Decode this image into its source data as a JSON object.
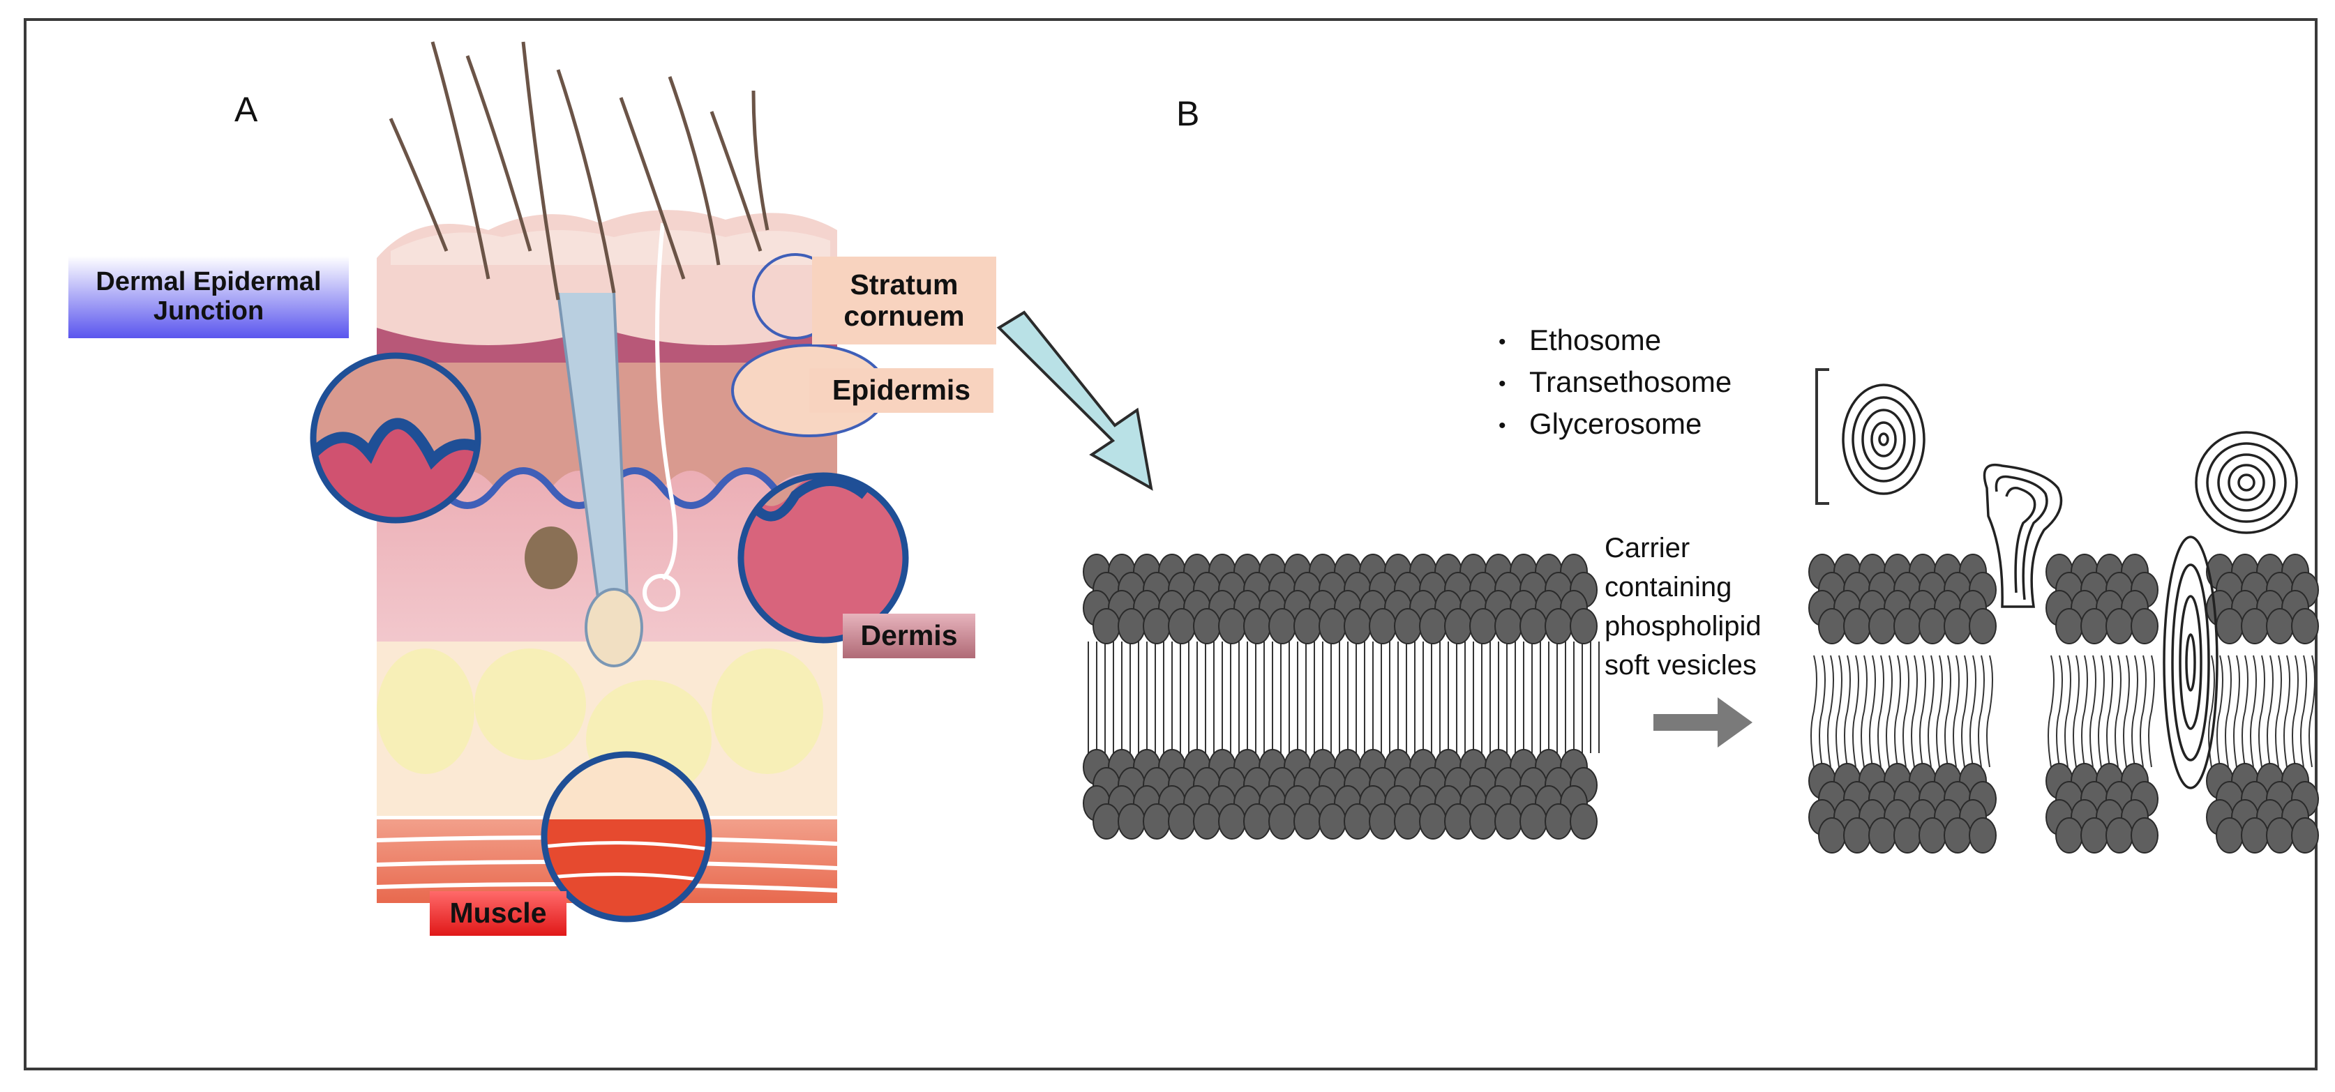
{
  "panel_a": {
    "letter": "A",
    "labels": {
      "dej": "Dermal Epidermal Junction",
      "stratum_line1": "Stratum",
      "stratum_line2": "cornuem",
      "epidermis": "Epidermis",
      "dermis": "Dermis",
      "muscle": "Muscle"
    }
  },
  "panel_b": {
    "letter": "B",
    "vesicle_types": [
      "Ethosome",
      "Transethosome",
      "Glycerosome"
    ],
    "carrier_text": [
      "Carrier",
      "containing",
      "phospholipid",
      "soft vesicles"
    ]
  },
  "colors": {
    "frame": "#3a3a3a",
    "skin_surface": "#f2cfc6",
    "epidermis": "#d89a90",
    "dermis": "#e38f9b",
    "dermis_deep": "#f4c9cf",
    "fat": "#f7efb7",
    "muscle": "#e8694e",
    "circle_outline": "#1f4f96",
    "dej_box_top": "#ffffff",
    "dej_box_bottom": "#5a55ee",
    "stratum_box": "#f8d3bf",
    "dermis_box": "#c77f8b",
    "muscle_box": "#ee2b2b",
    "big_arrow": "#b9e1e6",
    "lipid_head": "#5f5f5f",
    "gray_arrow": "#7a7a7a"
  },
  "icons": [
    "down-right-arrow-icon",
    "right-arrow-icon",
    "bracket-icon"
  ]
}
